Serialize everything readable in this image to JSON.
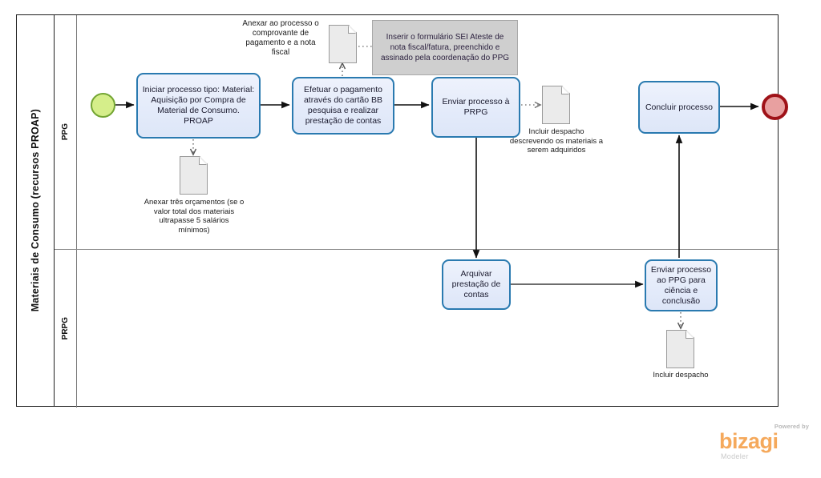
{
  "pool": {
    "title": "Materiais de Consumo (recursos PROAP)",
    "lanes": [
      {
        "id": "ppg",
        "label": "PPG"
      },
      {
        "id": "prpg",
        "label": "PRPG"
      }
    ]
  },
  "events": {
    "start": {
      "name": "start-event",
      "label": ""
    },
    "end": {
      "name": "end-event",
      "label": ""
    }
  },
  "tasks": [
    {
      "id": "t1",
      "label": "Iniciar processo tipo: Material: Aquisição por Compra de Material de Consumo. PROAP"
    },
    {
      "id": "t2",
      "label": "Efetuar o pagamento através do cartão BB pesquisa e realizar prestação de contas"
    },
    {
      "id": "t3",
      "label": "Enviar processo à PRPG"
    },
    {
      "id": "t4",
      "label": "Concluir processo"
    },
    {
      "id": "t5",
      "label": "Arquivar prestação de contas"
    },
    {
      "id": "t6",
      "label": "Enviar processo ao PPG para ciência e conclusão"
    }
  ],
  "documents": [
    {
      "id": "d1",
      "caption": "Anexar três orçamentos (se o valor total dos materiais ultrapasse 5 salários mínimos)"
    },
    {
      "id": "d2",
      "caption": ""
    },
    {
      "id": "d3",
      "caption": "Incluir despacho descrevendo os materiais a serem adquiridos"
    },
    {
      "id": "d4",
      "caption": "Incluir despacho"
    }
  ],
  "labels": {
    "anexar_pagamento": "Anexar ao processo o comprovante de pagamento e a nota fiscal"
  },
  "annotations": [
    {
      "id": "a1",
      "text": "Inserir o formulário SEI Ateste de nota fiscal/fatura, preenchido e assinado pela coordenação do PPG"
    }
  ],
  "logo": {
    "powered": "Powered by",
    "word": "bizagi",
    "sub": "Modeler"
  },
  "colors": {
    "task_border": "#2a7ab0",
    "task_fill": "#e6edfb",
    "start_fill": "#d5ee8a",
    "start_border": "#73a533",
    "end_fill": "#e8a0a0",
    "end_border": "#9f1218",
    "doc_fill": "#ebebeb",
    "annotation_fill": "#cfcfcf",
    "logo_orange": "#f5a95c"
  }
}
